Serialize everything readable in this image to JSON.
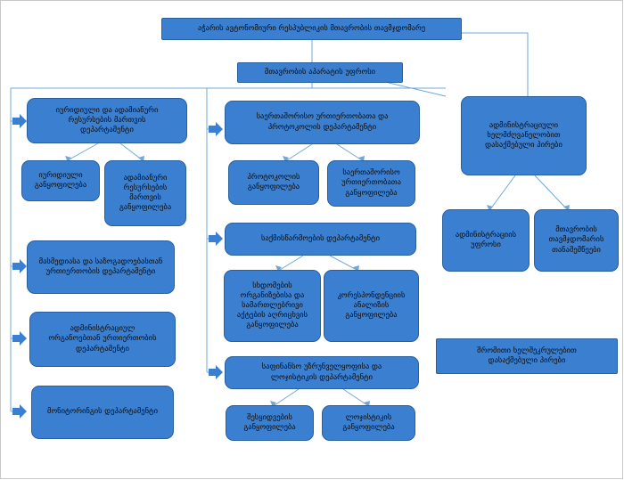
{
  "diagram": {
    "boxes": {
      "head": "აჭარის ავტონომიური რესპუბლიკის მთავრობის თავმჯდომარე",
      "office": "მთავრობის აპარატის უფროსი",
      "legal_dept": "იურიდიული და ადამიანური\nრესურსების მართვის\nდეპარტამენტი",
      "legal_div": "იურიდიული\nგანყოფილება",
      "hr_div": "ადამიანური\nრესურსების\nმართვის\nგანყოფილება",
      "media_dept": "მასმედიასა და საზოგადოებასთან\nურთიერთობის დეპარტამენტი",
      "admin_org_dept": "ადმინისტრაციულ\nორგანოებთან ურთიერთობის\nდეპარტამენტი",
      "monitoring_dept": "მონიტორინგის დეპარტამენტი",
      "intl_dept": "საერთაშორისო ურთიერთობათა და\nპროტოკოლის დეპარტამენტი",
      "protocol_div": "პროტოკოლის\nგანყოფილება",
      "intl_div": "საერთაშორისო\nურთიერთობათა\nგანყოფილება",
      "records_dept": "საქმისწარმოების დეპარტამენტი",
      "docs_div": "სხდომების\nორგანიზებისა და\nსამართლებრივი\nაქტების აღრიცხვის\nგანყოფილება",
      "corresp_div": "კორესპონდენციის\nანალიზის\nგანყოფილება",
      "finance_dept": "საფინანსო უზრუნველყოფისა და\nლოჯისტიკის დეპარტამენტი",
      "procure_div": "შესყიდვების\nგანყოფილება",
      "logistics_div": "ლოჯისტიკის\nგანყოფილება",
      "admin_head": "ადმინისტრაციული\nხელმძღვანელობით\nდასაქმებული პირები",
      "admin_office": "ადმინისტრაციის\nუფროსი",
      "advisors": "მთავრობის\nთავმჯდომარის\nთანაშემწეები",
      "labor_contract": "შრომითი ხელშეკრულებით\nდასაქმებული პირები"
    },
    "colors": {
      "box_fill": "#3a7fd0",
      "box_border": "#2a5f9e",
      "connector": "#6fa8d8",
      "arrow_fill": "#3a7fd0"
    }
  }
}
